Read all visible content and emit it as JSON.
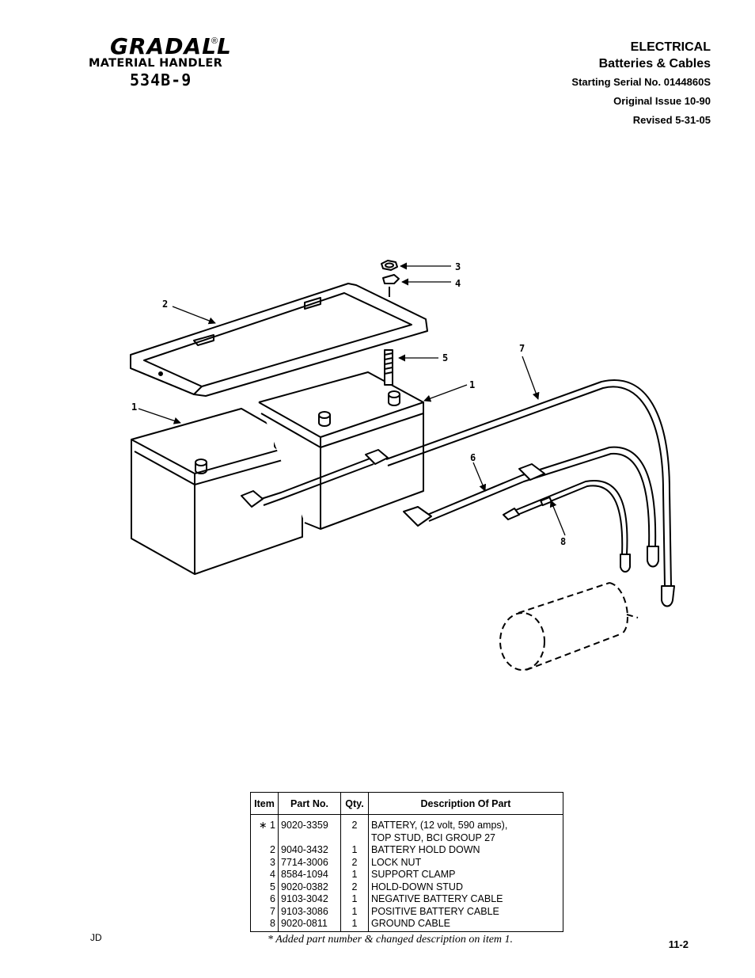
{
  "logo": {
    "brand": "GRADALL",
    "registered": "®",
    "subtitle": "MATERIAL HANDLER",
    "model": "534B-9"
  },
  "header": {
    "section": "ELECTRICAL",
    "title": "Batteries & Cables",
    "serial": "Starting Serial No. 0144860S",
    "original_issue": "Original Issue 10-90",
    "revised": "Revised  5-31-05"
  },
  "callouts": {
    "c1": "1",
    "c2": "2",
    "c3": "3",
    "c4": "4",
    "c5": "5",
    "c6": "6",
    "c7": "7",
    "c8": "8",
    "c1b": "1"
  },
  "parts_table": {
    "headers": [
      "Item",
      "Part No.",
      "Qty.",
      "Description Of Part"
    ],
    "rows": [
      {
        "item": "∗ 1",
        "part": "9020-3359",
        "qty": "2",
        "desc": "BATTERY, (12 volt, 590 amps),"
      },
      {
        "item": "",
        "part": "",
        "qty": "",
        "desc": "TOP STUD, BCI GROUP 27"
      },
      {
        "item": "2",
        "part": "9040-3432",
        "qty": "1",
        "desc": "BATTERY HOLD DOWN"
      },
      {
        "item": "3",
        "part": "7714-3006",
        "qty": "2",
        "desc": "LOCK NUT"
      },
      {
        "item": "4",
        "part": "8584-1094",
        "qty": "1",
        "desc": "SUPPORT CLAMP"
      },
      {
        "item": "5",
        "part": "9020-0382",
        "qty": "2",
        "desc": "HOLD-DOWN STUD"
      },
      {
        "item": "6",
        "part": "9103-3042",
        "qty": "1",
        "desc": "NEGATIVE BATTERY CABLE"
      },
      {
        "item": "7",
        "part": "9103-3086",
        "qty": "1",
        "desc": "POSITIVE BATTERY CABLE"
      },
      {
        "item": "8",
        "part": "9020-0811",
        "qty": "1",
        "desc": "GROUND CABLE"
      }
    ]
  },
  "footer": {
    "left": "JD",
    "note": "* Added part number & changed description on item 1.",
    "page": "11-2"
  }
}
